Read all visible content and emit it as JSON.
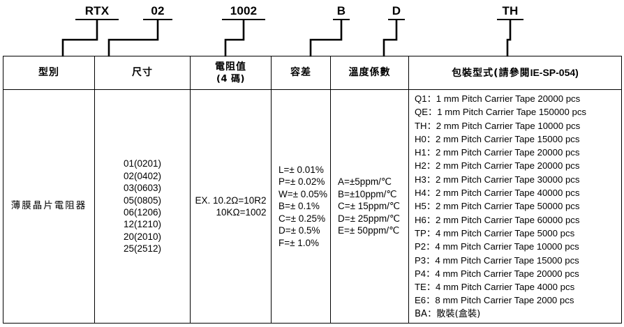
{
  "part_number": {
    "codes": [
      {
        "name": "type-code",
        "value": "RTX"
      },
      {
        "name": "size-code",
        "value": "02"
      },
      {
        "name": "resistance-code",
        "value": "1002"
      },
      {
        "name": "tolerance-code",
        "value": "B"
      },
      {
        "name": "tcr-code",
        "value": "D"
      },
      {
        "name": "packaging-code",
        "value": "TH"
      }
    ]
  },
  "table": {
    "headers": {
      "type": "型別",
      "size": "尺寸",
      "resistance": "電阻值",
      "resistance_sub": "(4 碼)",
      "tolerance": "容差",
      "tcr": "溫度係數",
      "packaging_prefix": "包裝型式(請參閱",
      "packaging_ref": "IE-SP-054)"
    },
    "type": {
      "value": "薄膜晶片電阻器"
    },
    "sizes": [
      "01(0201)",
      "02(0402)",
      "03(0603)",
      "05(0805)",
      "06(1206)",
      "12(1210)",
      "20(2010)",
      "25(2512)"
    ],
    "resistance": {
      "line1": "EX. 10.2Ω=10R2",
      "line2": "10KΩ=1002"
    },
    "tolerances": [
      "L=± 0.01%",
      "P=± 0.02%",
      "W=± 0.05%",
      "B=± 0.1%",
      "C=± 0.25%",
      "D=± 0.5%",
      "F=± 1.0%"
    ],
    "tcr": [
      "A=±5ppm/℃",
      "B=±10ppm/℃",
      "C=± 15ppm/℃",
      "D=± 25ppm/℃",
      "E=± 50ppm/℃"
    ],
    "packaging": [
      "Q1：1 mm Pitch Carrier Tape 20000 pcs",
      "QE：1 mm Pitch Carrier Tape 150000 pcs",
      "TH：2 mm Pitch Carrier Tape 10000 pcs",
      "H0：2 mm Pitch Carrier Tape 15000 pcs",
      "H1：2 mm Pitch Carrier Tape 20000 pcs",
      "H2：2 mm Pitch Carrier Tape 20000 pcs",
      "H3：2 mm Pitch Carrier Tape 30000 pcs",
      "H4：2 mm Pitch Carrier Tape 40000 pcs",
      "H5：2 mm Pitch Carrier Tape 50000 pcs",
      "H6：2 mm Pitch Carrier Tape 60000 pcs",
      "TP：4 mm Pitch Carrier Tape 5000 pcs",
      "P2：4 mm Pitch Carrier Tape 10000 pcs",
      "P3：4 mm Pitch Carrier Tape 15000 pcs",
      "P4：4 mm Pitch Carrier Tape 20000 pcs",
      "TE：4 mm Pitch Carrier Tape 4000 pcs",
      "E6：8 mm Pitch Carrier Tape 2000 pcs",
      "BA：散裝(盒裝)"
    ]
  },
  "colors": {
    "line": "#000000",
    "background": "#ffffff"
  }
}
